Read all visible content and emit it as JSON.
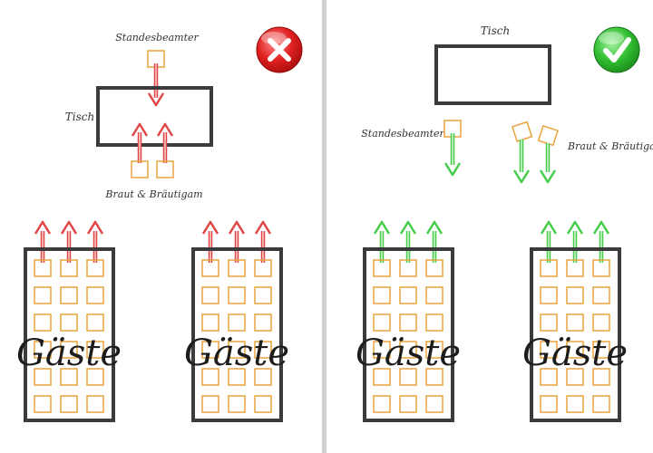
{
  "colors": {
    "seat": "#e8a33c",
    "frame": "#3b3b3b",
    "bad_arrow": "#e04848",
    "good_arrow": "#48cc4c",
    "divider": "#c8c8c8",
    "bad_icon": "#d91c1c",
    "good_icon": "#2fb82f"
  },
  "icons": {
    "wrong": "red-x-circle-icon",
    "right": "green-checkmark-circle-icon"
  },
  "left_panel": {
    "verdict": "wrong",
    "officiant_label": "Standesbeamter",
    "table_label": "Tisch",
    "couple_label": "Braut & Bräutigam",
    "guests_left_label": "Gäste",
    "guests_right_label": "Gäste"
  },
  "right_panel": {
    "verdict": "right",
    "table_label": "Tisch",
    "officiant_label": "Standesbeamter",
    "couple_label": "Braut & Bräutigam",
    "guests_left_label": "Gäste",
    "guests_right_label": "Gäste"
  }
}
